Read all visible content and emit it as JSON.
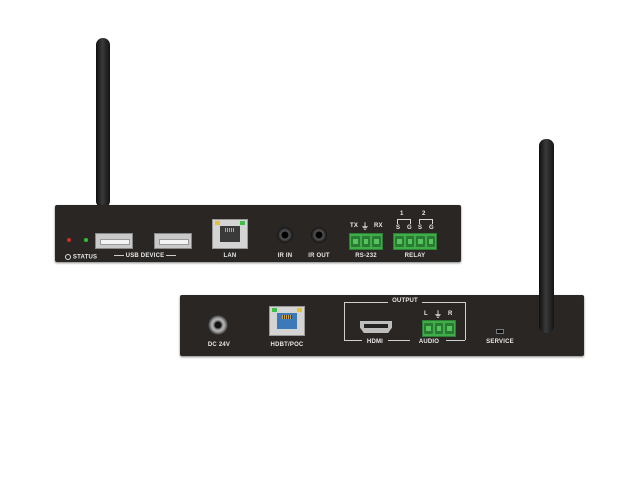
{
  "top_unit": {
    "status": "STATUS",
    "usb_device": "USB DEVICE",
    "lan": "LAN",
    "ir_in": "IR IN",
    "ir_out": "IR OUT",
    "rs232_tx": "TX",
    "rs232_rx": "RX",
    "rs232": "RS-232",
    "relay_1": "1",
    "relay_2": "2",
    "relay_pins": [
      "S",
      "G",
      "S",
      "G"
    ],
    "relay": "RELAY"
  },
  "bottom_unit": {
    "dc": "DC 24V",
    "hdbt": "HDBT/POC",
    "output": "OUTPUT",
    "hdmi": "HDMI",
    "audio_l": "L",
    "audio_r": "R",
    "audio": "AUDIO",
    "service": "SERVICE"
  },
  "colors": {
    "chassis": "#2a2623",
    "terminal_green": "#3fae49",
    "led_red": "#d22b2b",
    "led_green": "#2fbf3a"
  }
}
